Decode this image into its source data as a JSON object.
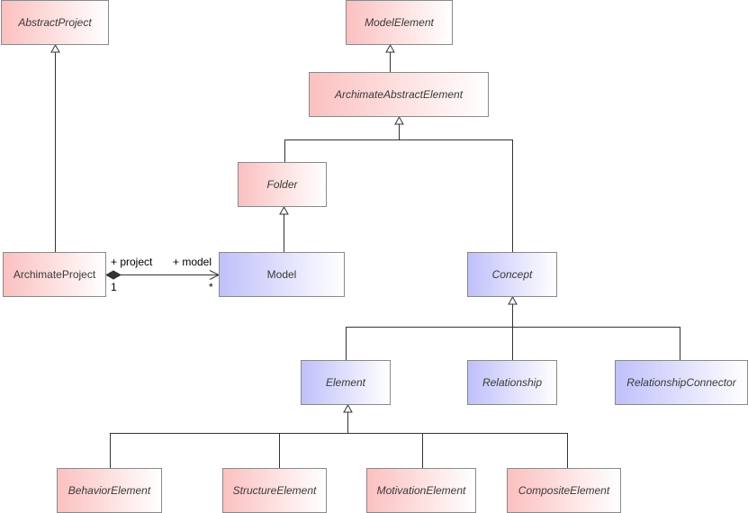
{
  "classes": {
    "abstract_project": "AbstractProject",
    "model_element": "ModelElement",
    "archimate_abstract_element": "ArchimateAbstractElement",
    "folder": "Folder",
    "archimate_project": "ArchimateProject",
    "model": "Model",
    "concept": "Concept",
    "element": "Element",
    "relationship": "Relationship",
    "relationship_connector": "RelationshipConnector",
    "behavior_element": "BehaviorElement",
    "structure_element": "StructureElement",
    "motivation_element": "MotivationElement",
    "composite_element": "CompositeElement"
  },
  "association": {
    "project_role": "+ project",
    "model_role": "+ model",
    "project_multiplicity": "1",
    "model_multiplicity": "*"
  },
  "colors": {
    "abstract_fill": "#fcc0c0",
    "concrete_fill": "#c0c0fb",
    "border": "#8a8a8a",
    "line": "#333333"
  }
}
